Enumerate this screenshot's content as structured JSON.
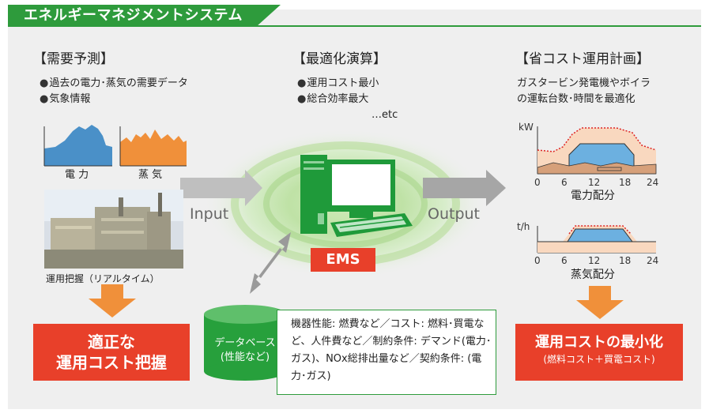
{
  "title": "エネルギーマネジメントシステム",
  "demand": {
    "heading": "【需要予測】",
    "items": [
      "過去の電力･蒸気の需要データ",
      "気象情報"
    ],
    "chart_labels": [
      "電 力",
      "蒸 気"
    ],
    "photo_caption": "運用把握（リアルタイム）",
    "result": [
      "適正な",
      "運用コスト把握"
    ]
  },
  "optimize": {
    "heading": "【最適化演算】",
    "items": [
      "運用コスト最小",
      "総合効率最大"
    ],
    "etc": "…etc"
  },
  "plan": {
    "heading": "【省コスト運用計画】",
    "desc": [
      "ガスタービン発電機やボイラ",
      "の運転台数･時間を最適化"
    ],
    "power": {
      "unit": "kW",
      "ticks": [
        "0",
        "6",
        "12",
        "18",
        "24"
      ],
      "label": "電力配分"
    },
    "steam": {
      "unit": "t/h",
      "ticks": [
        "0",
        "6",
        "12",
        "18",
        "24"
      ],
      "label": "蒸気配分"
    },
    "result_main": "運用コストの最小化",
    "result_sub": "(燃料コスト＋買電コスト)"
  },
  "io": {
    "input": "Input",
    "output": "Output"
  },
  "ems_label": "EMS",
  "database": {
    "label": [
      "データベース",
      "(性能など)"
    ]
  },
  "info": "機器性能: 燃費など／コスト: 燃料･買電など、人件費など／制約条件: デマンド(電力･ガス)、NOx総排出量など／契約条件: (電力･ガス)",
  "colors": {
    "green": "#2e9b3c",
    "red": "#e8402a",
    "orange": "#f0903a",
    "blue": "#4a90c8"
  }
}
